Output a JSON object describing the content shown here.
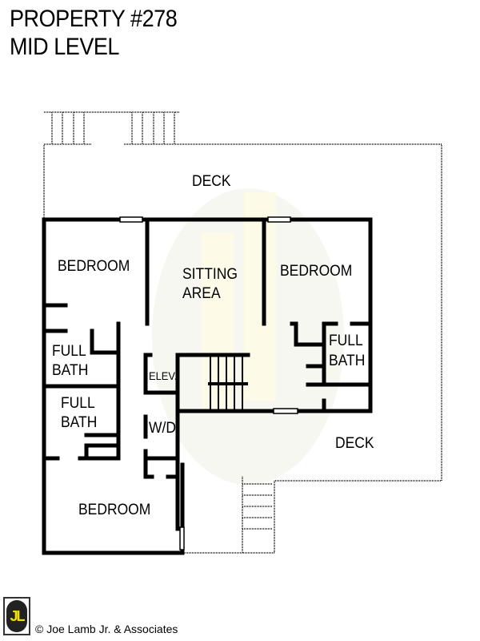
{
  "header": {
    "title_line1": "PROPERTY #278",
    "title_line2": "MID LEVEL"
  },
  "rooms": {
    "deck_top": "DECK",
    "bedroom_nw": "BEDROOM",
    "sitting_line1": "SITTING",
    "sitting_line2": "AREA",
    "bedroom_ne": "BEDROOM",
    "bath_ne_line1": "FULL",
    "bath_ne_line2": "BATH",
    "bath_w1_line1": "FULL",
    "bath_w1_line2": "BATH",
    "elevator": "ELEV.",
    "bath_w2_line1": "FULL",
    "bath_w2_line2": "BATH",
    "washer_dryer": "W/D",
    "deck_east": "DECK",
    "bedroom_sw": "BEDROOM"
  },
  "footer": {
    "logo_text": "JL",
    "copyright": "© Joe Lamb Jr. & Associates"
  },
  "colors": {
    "wall": "#000000",
    "deck_outline": "#555555",
    "watermark": "#fdfbe8",
    "logo_bg": "#222222",
    "logo_fg": "#f2e200"
  }
}
